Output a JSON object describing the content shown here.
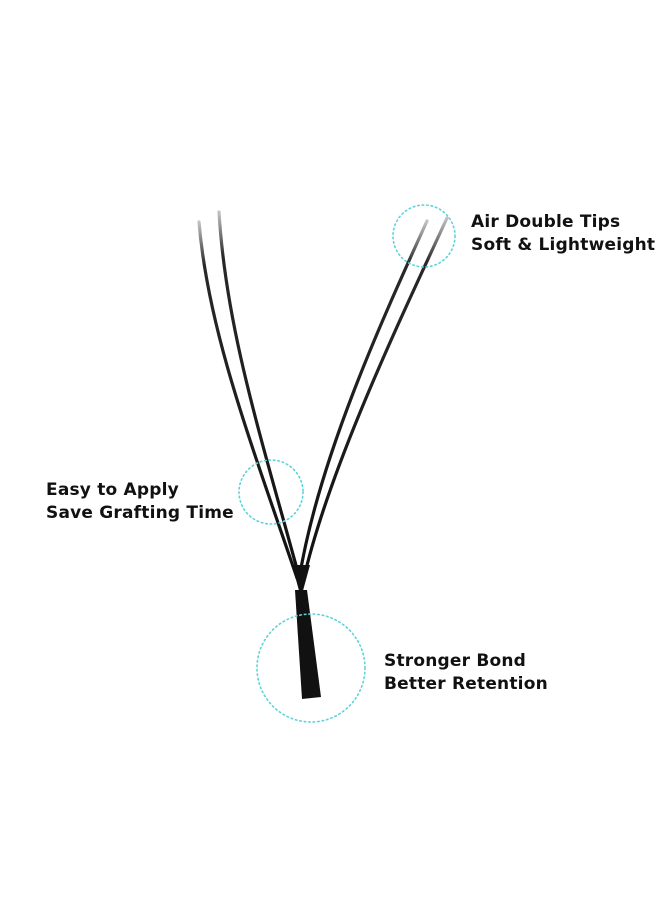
{
  "colors": {
    "background": "#ffffff",
    "lash": "#111111",
    "highlight_circle": "#5fd3d8",
    "text": "#111111"
  },
  "callouts": {
    "tips": {
      "line1": "Air Double Tips",
      "line2": "Soft & Lightweight"
    },
    "apply": {
      "line1": "Easy to Apply",
      "line2": "Save Grafting Time"
    },
    "bond": {
      "line1": "Stronger Bond",
      "line2": "Better Retention"
    }
  }
}
